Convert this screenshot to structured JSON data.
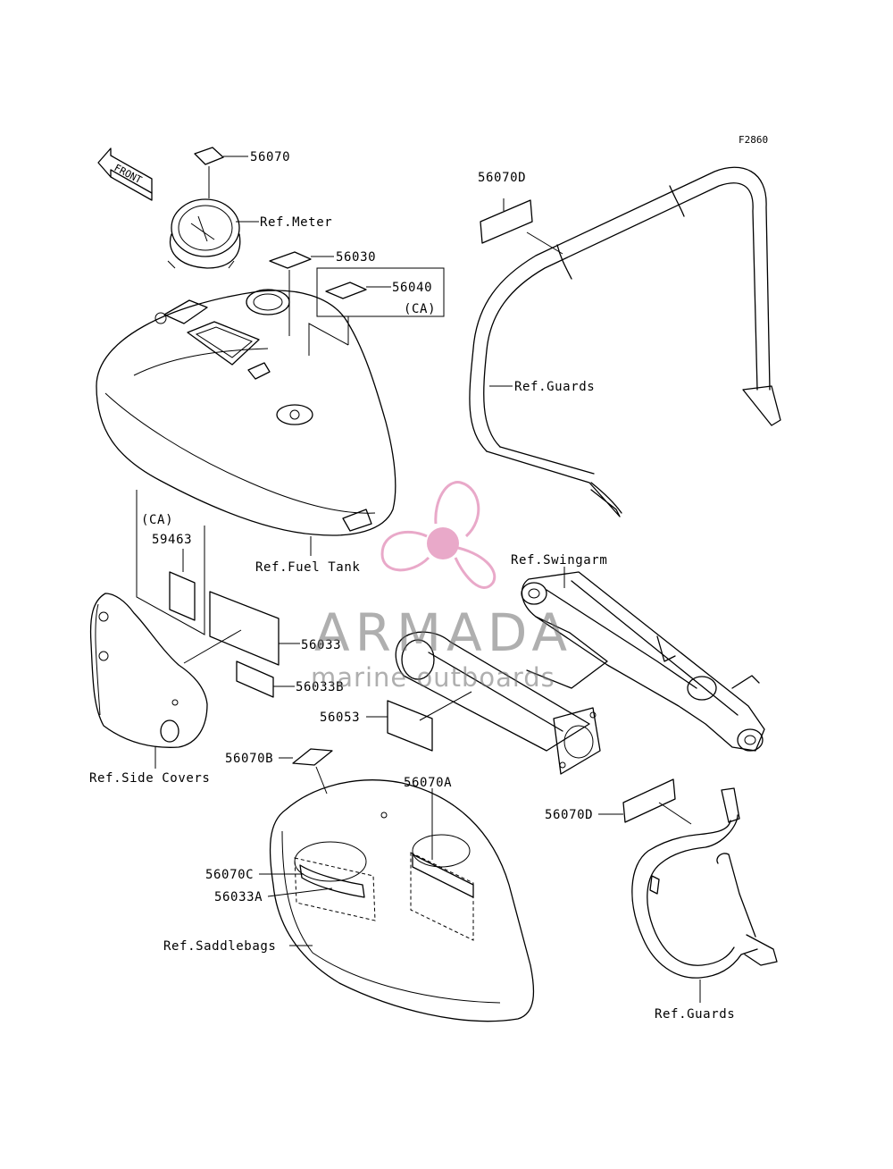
{
  "diagram_code": "F2860",
  "front_arrow": "FRONT",
  "labels": {
    "p56070": "56070",
    "ref_meter": "Ref.Meter",
    "p56030": "56030",
    "p56040": "56040",
    "ca_1": "(CA)",
    "p56070D_top": "56070D",
    "ref_guards_top": "Ref.Guards",
    "ref_fuel_tank": "Ref.Fuel Tank",
    "ca_2": "(CA)",
    "p59463": "59463",
    "ref_swingarm": "Ref.Swingarm",
    "p56033": "56033",
    "p56033B": "56033B",
    "p56053": "56053",
    "ref_side_covers": "Ref.Side Covers",
    "p56070B": "56070B",
    "p56070A": "56070A",
    "p56070D_bottom": "56070D",
    "p56070C": "56070C",
    "p56033A": "56033A",
    "ref_saddlebags": "Ref.Saddlebags",
    "ref_guards_bottom": "Ref.Guards"
  },
  "watermark": {
    "name": "ARMADA",
    "subtitle": "marine outboards",
    "logo": "propeller-logo",
    "logo_color": "#e9a9c9"
  },
  "colors": {
    "line": "#000000",
    "background": "#ffffff"
  }
}
